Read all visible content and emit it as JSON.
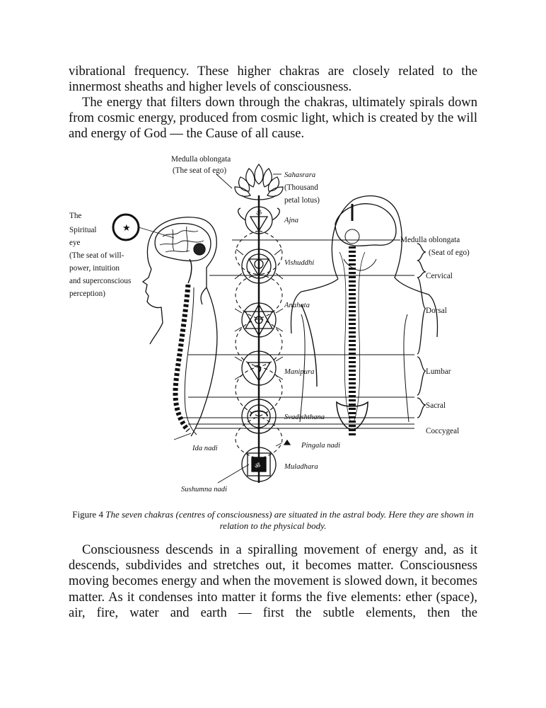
{
  "text": {
    "para1": "vibrational frequency. These higher chakras are closely related to the innermost sheaths and higher levels of consciousness.",
    "para2": "The energy that filters down through the chakras, ultimately spirals down from cosmic energy, produced from cosmic light, which is created by the will and energy of God — the Cause of all cause.",
    "para3": "Consciousness descends in a spiralling movement of energy and, as it descends, subdivides and stretches out, it becomes matter. Consciousness moving becomes energy and when the movement is slowed down, it becomes matter. As it condenses into matter it forms the five elements: ether (space), air, fire, water and earth — first the subtle elements, then the"
  },
  "figure": {
    "labels": {
      "medulla_left_1": "Medulla oblongata",
      "medulla_left_2": "(The seat of ego)",
      "spiritual_1": "The",
      "spiritual_2": "Spiritual",
      "spiritual_3": "eye",
      "spiritual_4": "(The seat of will-",
      "spiritual_5": "power, intuition",
      "spiritual_6": "and superconscious",
      "spiritual_7": "perception)",
      "sahasrara": "Sahasrara",
      "thousand_1": "(Thousand",
      "thousand_2": "petal lotus)",
      "ajna": "Ajna",
      "vishuddhi": "Vishuddhi",
      "anahata": "Anahata",
      "manipura": "Manipura",
      "svadishthana": "Svadishthana",
      "pingala": "Pingala nadi",
      "muladhara": "Muladhara",
      "ida": "Ida nadi",
      "sushumna": "Sushumna nadi",
      "medulla_right_1": "Medulla oblongata",
      "medulla_right_2": "(Seat of ego)",
      "cervical": "Cervical",
      "dorsal": "Dorsal",
      "lumbar": "Lumbar",
      "sacral": "Sacral",
      "coccygeal": "Coccygeal"
    },
    "caption_prefix": "Figure 4",
    "caption_text": "The seven chakras (centres of consciousness) are situated in the astral body. Here they are shown in relation to the physical body."
  }
}
